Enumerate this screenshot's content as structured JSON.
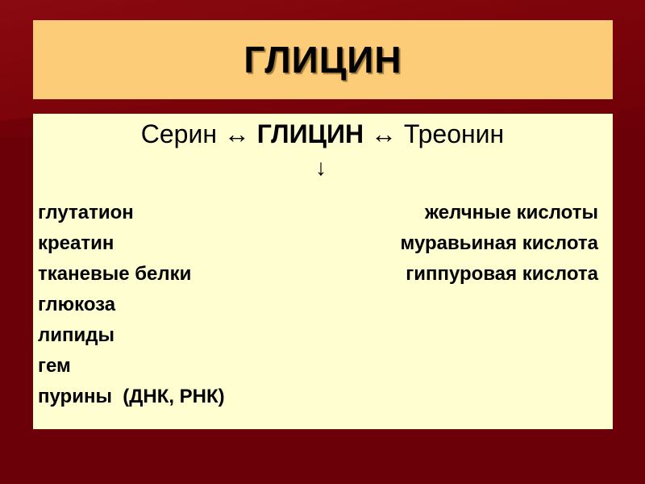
{
  "title": "ГЛИЦИН",
  "reaction": {
    "left": "Серин",
    "arrow_lr": "↔",
    "center": "ГЛИЦИН",
    "right": "Треонин",
    "arrow_down": "↓"
  },
  "left_list": [
    "глутатион",
    "креатин",
    "тканевые белки",
    "глюкоза",
    "липиды",
    "гем",
    "пурины  (ДНК, РНК)"
  ],
  "right_list": [
    "желчные кислоты",
    "муравьиная кислота",
    "гиппуровая кислота"
  ],
  "colors": {
    "background": "#6e0008",
    "title_box": "#fccc78",
    "content_box": "#fffed0"
  }
}
